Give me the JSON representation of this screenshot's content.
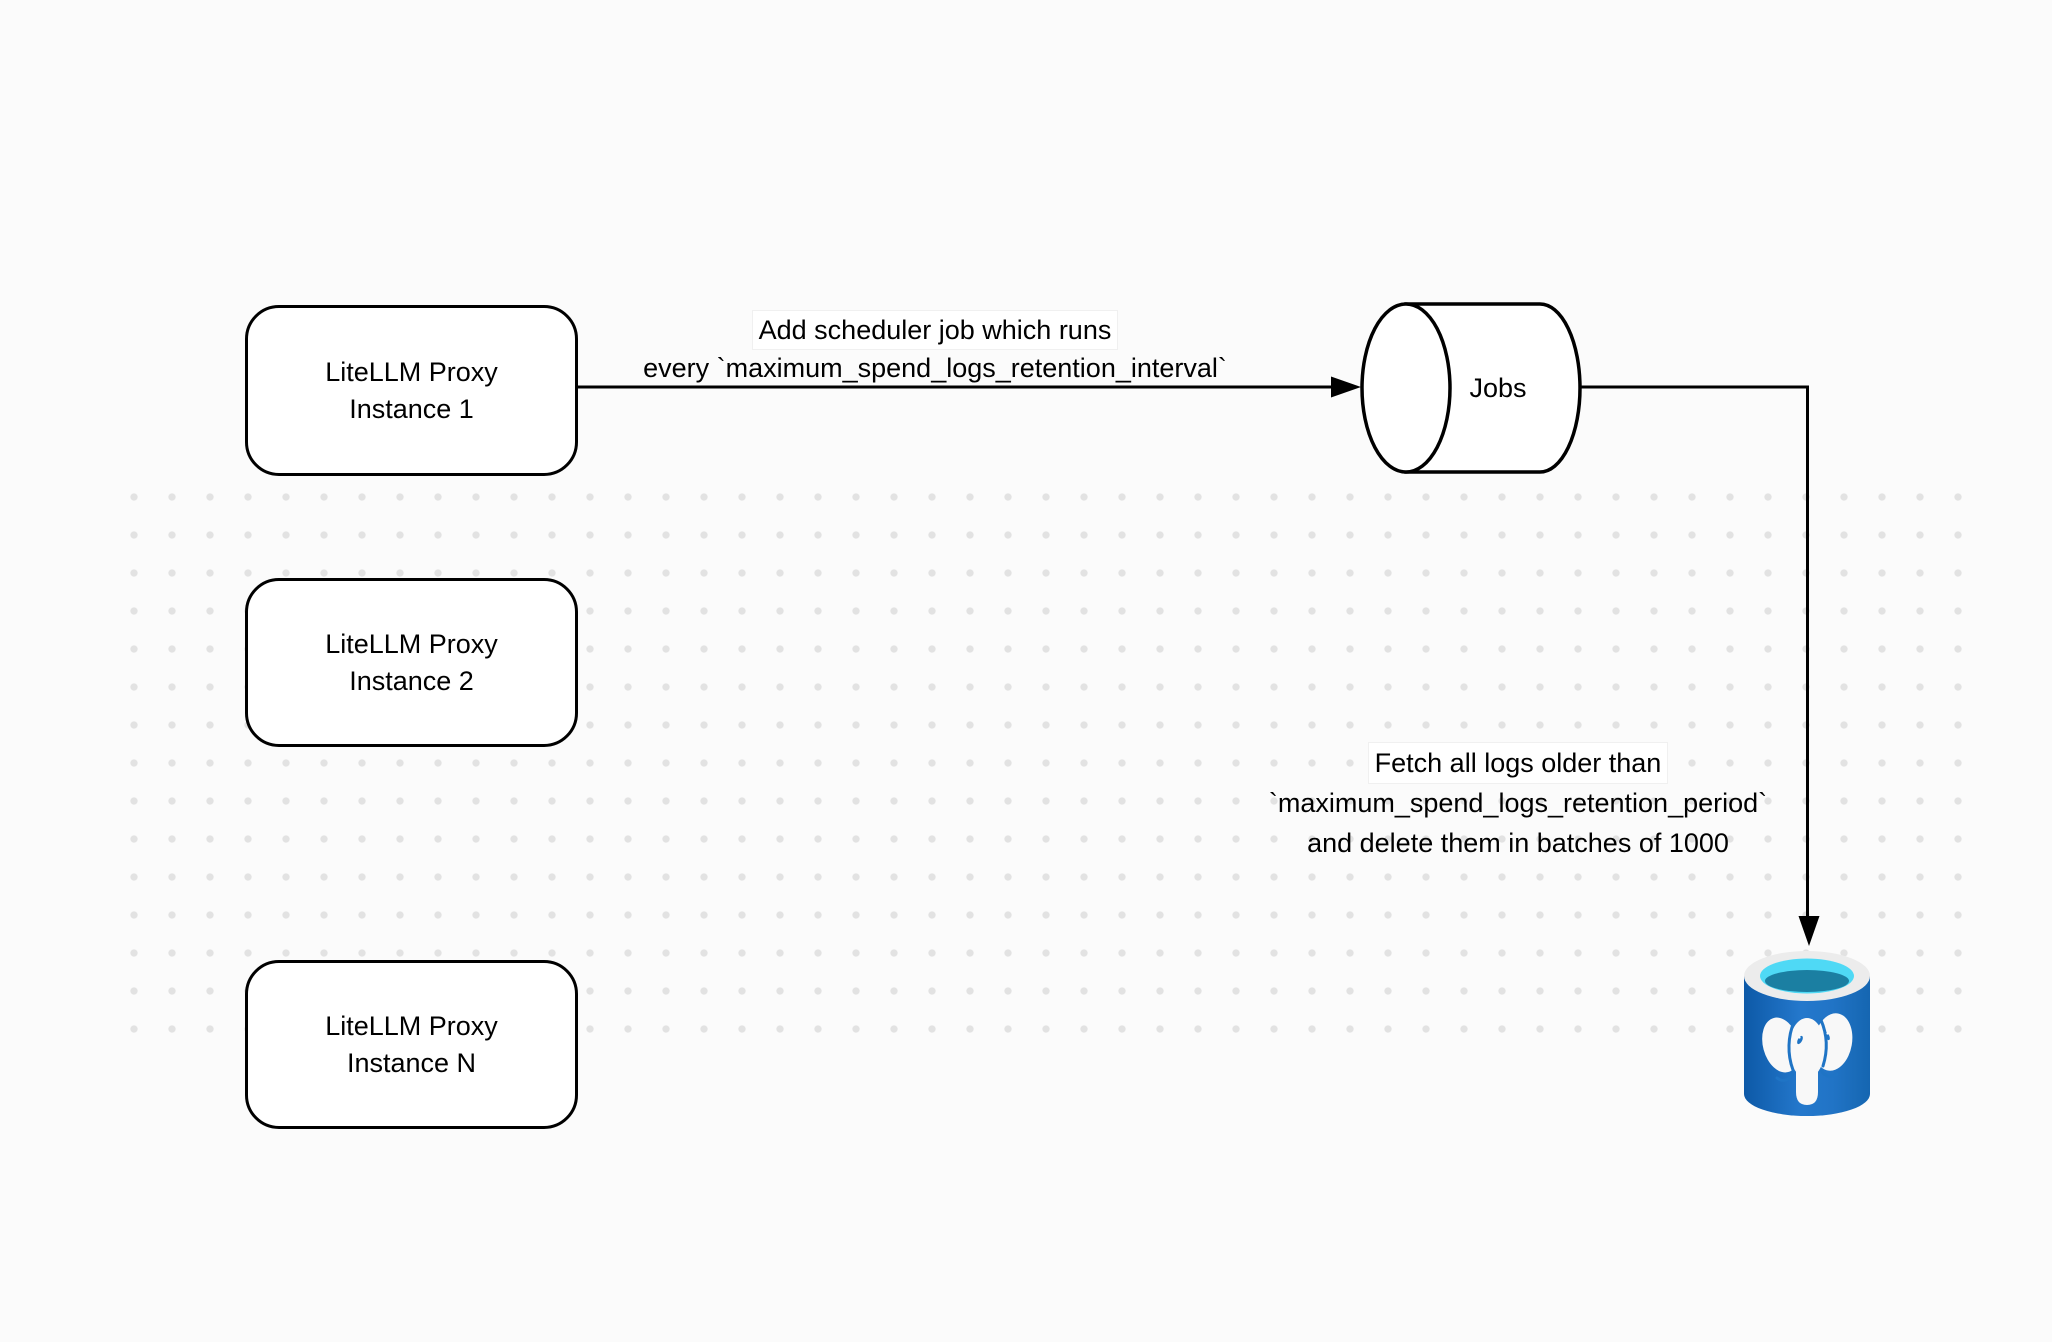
{
  "nodes": {
    "proxy1": {
      "lines": [
        "LiteLLM Proxy",
        "Instance 1"
      ]
    },
    "proxy2": {
      "lines": [
        "LiteLLM Proxy",
        "Instance 2"
      ]
    },
    "proxyN": {
      "lines": [
        "LiteLLM Proxy",
        "Instance N"
      ]
    },
    "jobs": {
      "label": "Jobs"
    },
    "database": {
      "icon": "postgresql-database"
    }
  },
  "edge_labels": {
    "scheduler": {
      "lines": [
        "Add scheduler job which runs",
        "every `maximum_spend_logs_retention_interval`"
      ]
    },
    "fetch_delete": {
      "lines": [
        "Fetch all logs older than",
        "`maximum_spend_logs_retention_period`",
        "and delete them in batches of 1000"
      ]
    }
  },
  "colors": {
    "background": "#fbfbfb",
    "dot": "#e2e2e2",
    "stroke": "#000000",
    "node_fill": "#ffffff",
    "postgres_body_dark": "#0d59a7",
    "postgres_body_light": "#2478cc",
    "postgres_rim": "#ececec",
    "postgres_opening_cyan": "#4fd9f5",
    "postgres_opening_teal": "#1b7fa2",
    "postgres_elephant": "#f8f8f8"
  }
}
